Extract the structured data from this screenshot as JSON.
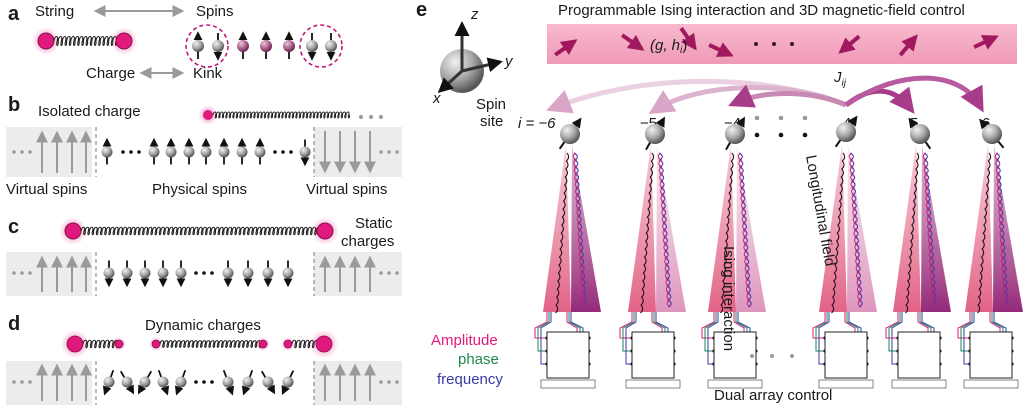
{
  "panels": {
    "a": {
      "letter": "a",
      "string_label": "String",
      "spins_label": "Spins",
      "charge_label": "Charge",
      "kink_label": "Kink"
    },
    "b": {
      "letter": "b",
      "title": "Isolated charge",
      "left_label": "Virtual spins",
      "center_label": "Physical spins",
      "right_label": "Virtual spins"
    },
    "c": {
      "letter": "c",
      "title_line1": "Static",
      "title_line2": "charges"
    },
    "d": {
      "letter": "d",
      "title": "Dynamic charges"
    },
    "e": {
      "letter": "e",
      "title": "Programmable Ising interaction and 3D magnetic-field control",
      "field_label": "(g, h",
      "field_sub": "i",
      "field_close": ")",
      "axis_z": "z",
      "axis_y": "y",
      "axis_x": "x",
      "coupling": "J",
      "coupling_sub": "ij",
      "spin_site_line1": "Spin",
      "spin_site_line2": "site",
      "site_prefix": "i = −6",
      "sites": [
        "−5",
        "−4",
        "4",
        "5",
        "6"
      ],
      "ising_label": "Ising interaction",
      "longitudinal_label": "Longitudinal field",
      "amplitude": "Amplitude",
      "phase": "phase",
      "frequency": "frequency",
      "dual_array": "Dual array control"
    }
  },
  "colors": {
    "magenta": "#e0197d",
    "spin_purple": "#a3497f",
    "band_pink": "#f4a3bf",
    "beam_pink": "#e8879b",
    "beam_purple": "#a0327f",
    "gray_arrow": "#9a9a9a",
    "panel_gray": "#ececec"
  }
}
